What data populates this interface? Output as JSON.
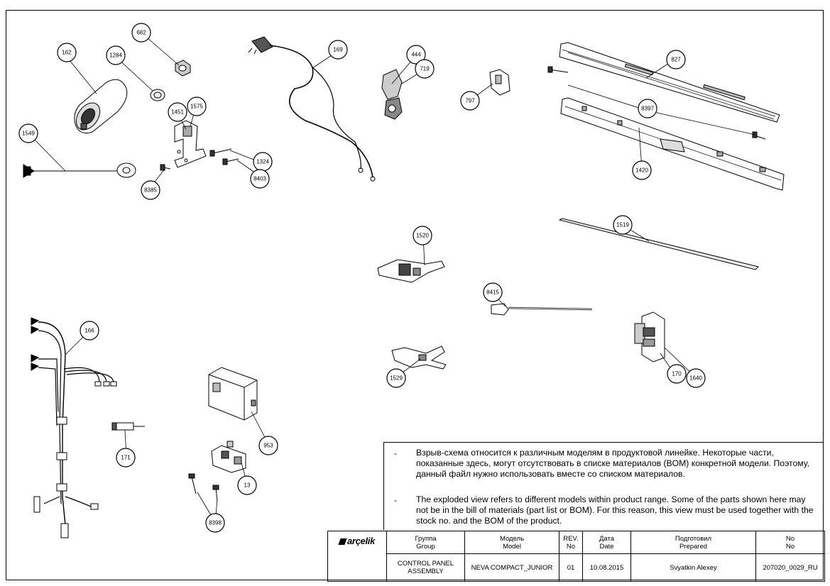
{
  "callouts": [
    {
      "id": "c162",
      "label": "162"
    },
    {
      "id": "c1284",
      "label": "1284"
    },
    {
      "id": "c682",
      "label": "682"
    },
    {
      "id": "c1451",
      "label": "1451"
    },
    {
      "id": "c1575",
      "label": "1575"
    },
    {
      "id": "c1549",
      "label": "1549"
    },
    {
      "id": "c1324",
      "label": "1324"
    },
    {
      "id": "c8403",
      "label": "8403"
    },
    {
      "id": "c8385",
      "label": "8385"
    },
    {
      "id": "c169",
      "label": "169"
    },
    {
      "id": "c444",
      "label": "444"
    },
    {
      "id": "c719",
      "label": "719"
    },
    {
      "id": "c797",
      "label": "797"
    },
    {
      "id": "c827",
      "label": "827"
    },
    {
      "id": "c8397",
      "label": "8397"
    },
    {
      "id": "c1420",
      "label": "1420"
    },
    {
      "id": "c1519",
      "label": "1519"
    },
    {
      "id": "c1520",
      "label": "1520"
    },
    {
      "id": "c8415",
      "label": "8415"
    },
    {
      "id": "c1529",
      "label": "1529"
    },
    {
      "id": "c170",
      "label": "170"
    },
    {
      "id": "c1640",
      "label": "1640"
    },
    {
      "id": "c166",
      "label": "166"
    },
    {
      "id": "c171",
      "label": "171"
    },
    {
      "id": "c953",
      "label": "953"
    },
    {
      "id": "c13",
      "label": "13"
    },
    {
      "id": "c8398",
      "label": "8398"
    }
  ],
  "notes": {
    "dash": "-",
    "ru": "Взрыв-схема относится к различным моделям в продуктовой линейке. Некоторые части, показанные здесь, могут отсутствовать в списке материалов (BOM) конкретной модели. Поэтому, данный файл нужно использовать вместе со списком материалов.",
    "en": "The exploded view refers to different models within product range. Some of the parts shown here may not be in the bill of materials (part list or BOM). For this reason, this view must be used together with the stock no. and the BOM of the product."
  },
  "title_block": {
    "logo": "arçelik",
    "group_ru": "Группа",
    "group_en": "Group",
    "group_value": "CONTROL PANEL ASSEMBLY",
    "model_ru": "Модель",
    "model_en": "Model",
    "model_value": "NEVA COMPACT_JUNIOR",
    "rev_label": "REV.",
    "rev_sub": "No",
    "rev_value": "01",
    "date_ru": "Дата",
    "date_en": "Date",
    "date_value": "10.08.2015",
    "prepared_ru": "Подготовил",
    "prepared_en": "Prepared",
    "prepared_value": "Svyatkin Alexey",
    "no_label": "No",
    "no_sub": "No",
    "no_value": "207020_0029_RU"
  }
}
